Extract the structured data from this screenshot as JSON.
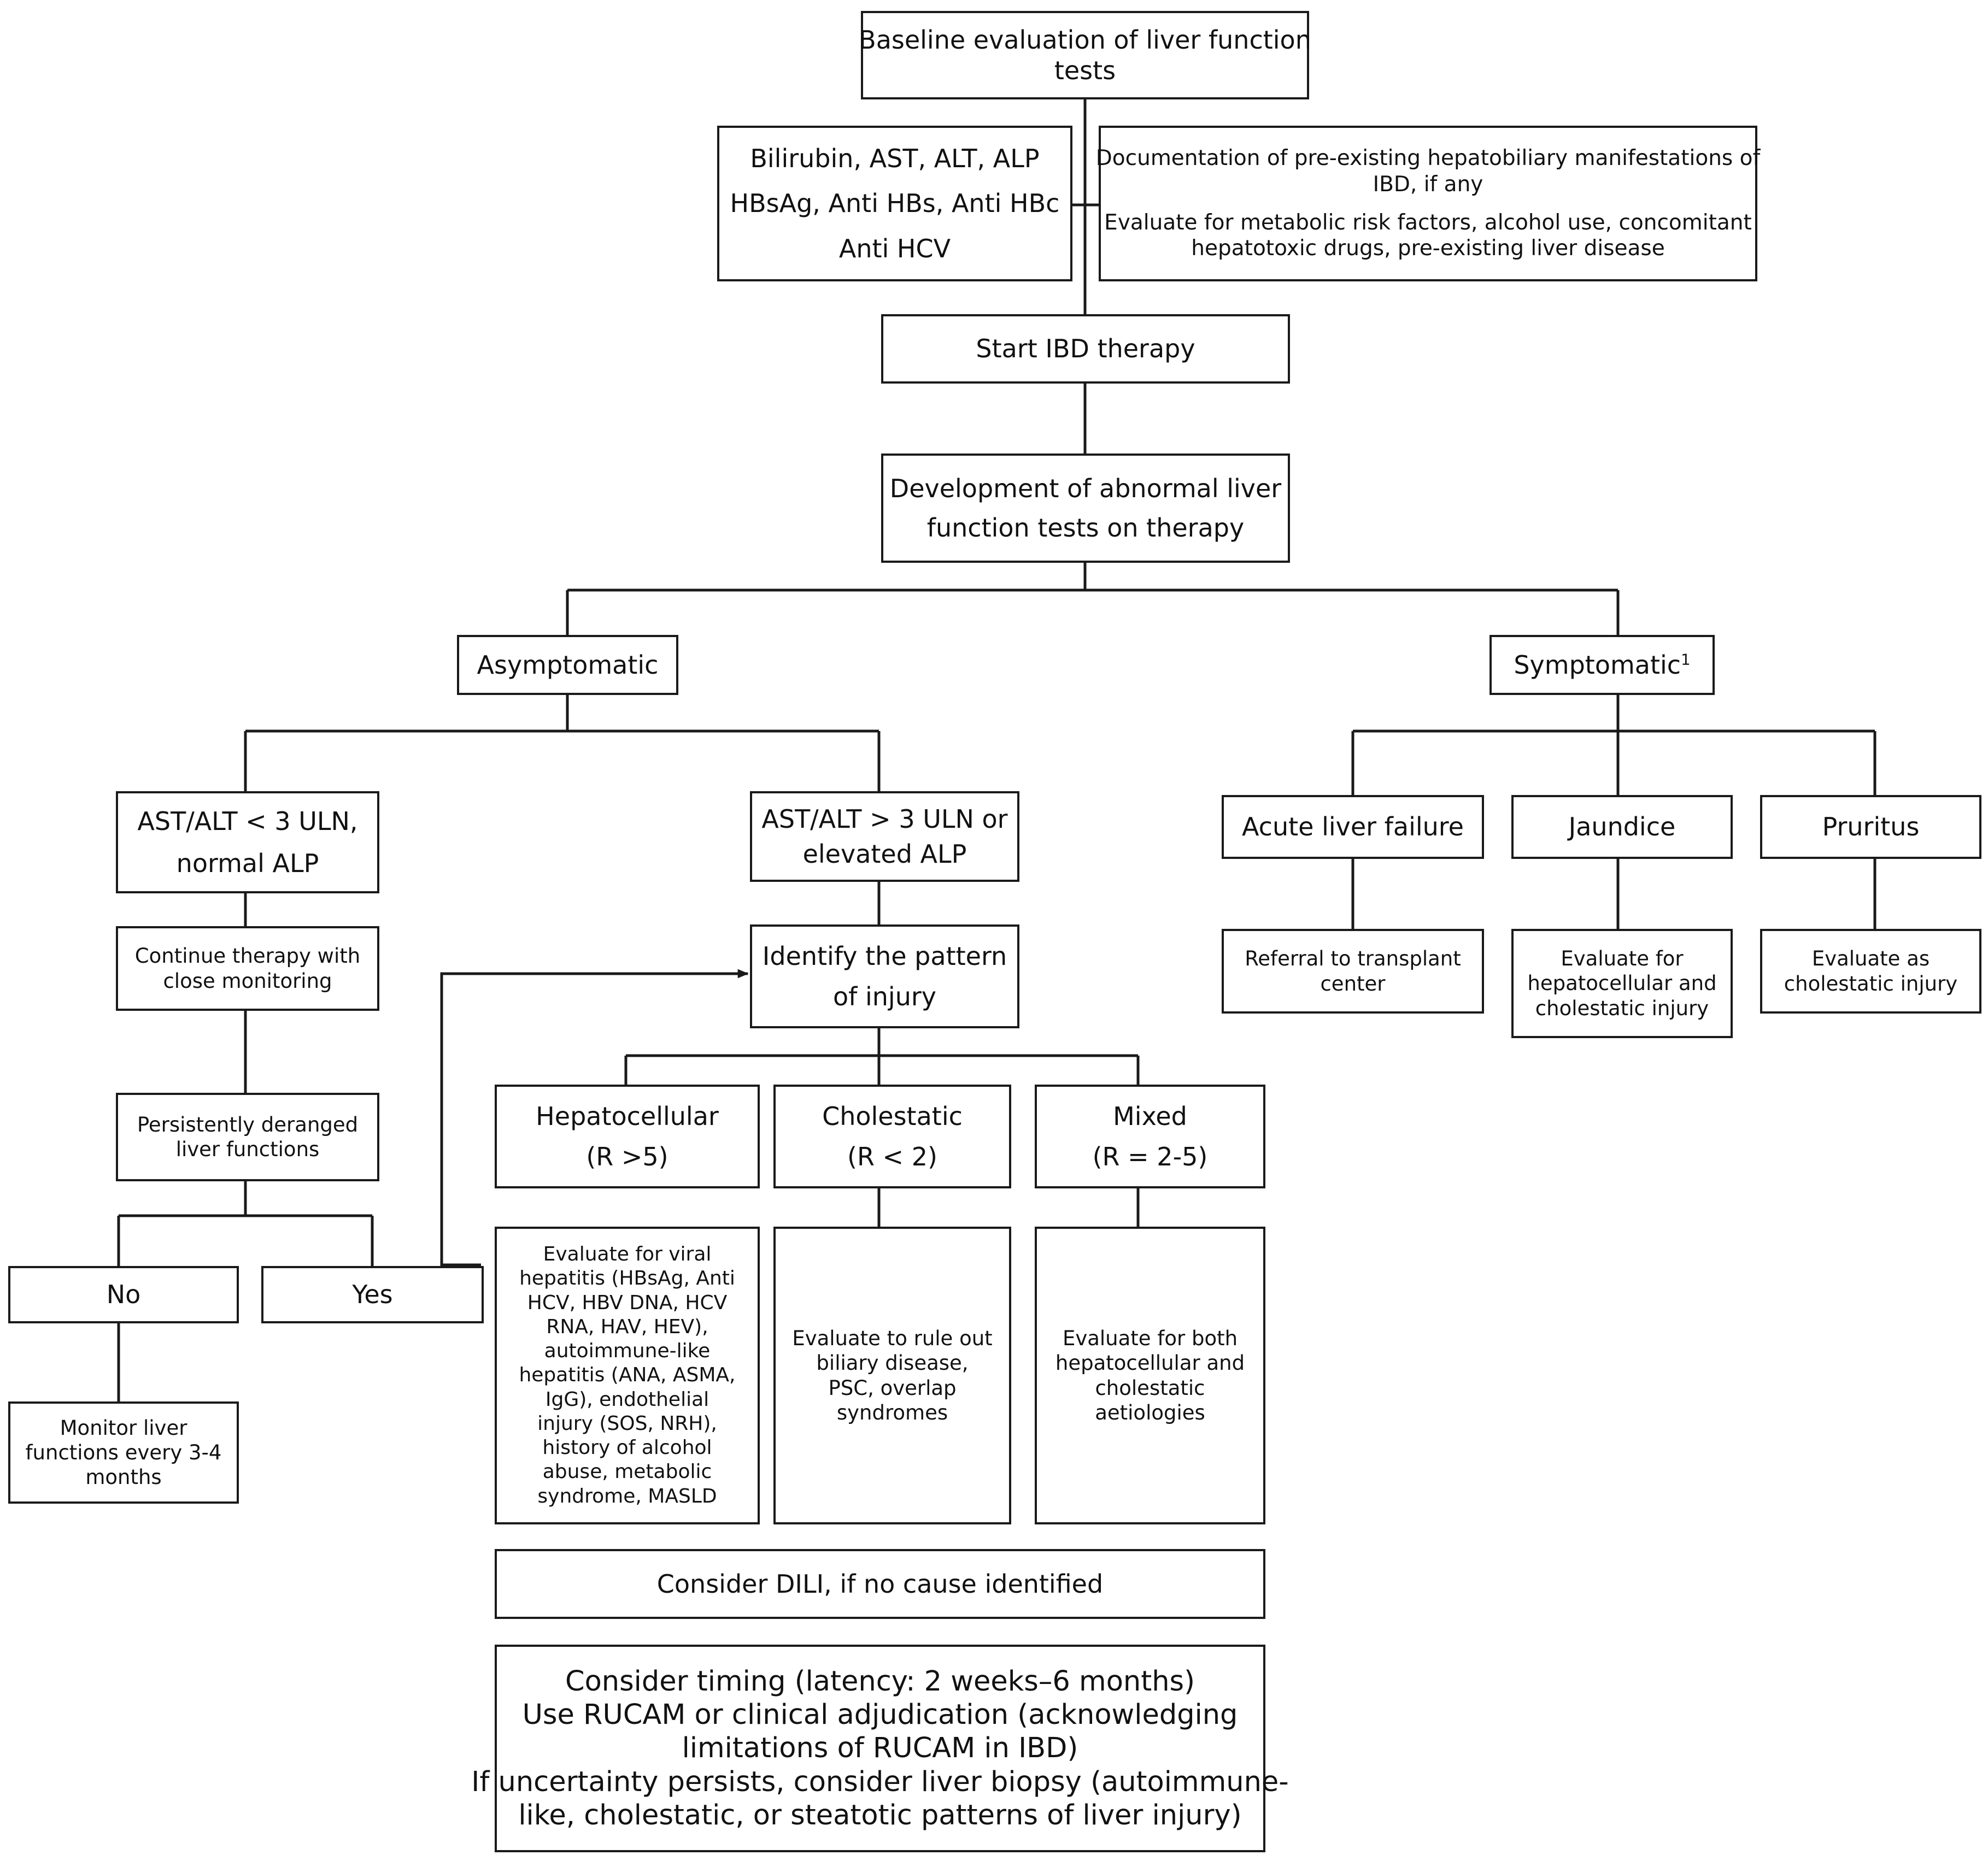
{
  "baseline": {
    "line1": "Baseline evaluation of liver function",
    "line2": "tests"
  },
  "tests": {
    "line1": "Bilirubin, AST, ALT, ALP",
    "line2": "HBsAg, Anti HBs, Anti HBc",
    "line3": "Anti HCV"
  },
  "documentation": {
    "line1": "Documentation of pre-existing hepatobiliary manifestations of",
    "line2": "IBD, if any",
    "line3": "Evaluate for metabolic risk factors, alcohol use, concomitant",
    "line4": "hepatotoxic drugs, pre-existing liver disease"
  },
  "start_therapy": {
    "label": "Start IBD therapy"
  },
  "abnormal": {
    "line1": "Development of abnormal liver",
    "line2": "function tests on therapy"
  },
  "asymptomatic": {
    "label": "Asymptomatic"
  },
  "symptomatic": {
    "label": "Symptomatic",
    "footnote": "1"
  },
  "ast_low": {
    "line1": "AST/ALT < 3 ULN,",
    "line2": "normal ALP"
  },
  "ast_high": {
    "line1": "AST/ALT > 3 ULN or",
    "line2": "elevated ALP"
  },
  "continue": {
    "line1": "Continue therapy with",
    "line2": "close monitoring"
  },
  "persistent": {
    "line1": "Persistently deranged",
    "line2": "liver functions"
  },
  "no": {
    "label": "No"
  },
  "yes": {
    "label": "Yes"
  },
  "monitor": {
    "line1": "Monitor liver",
    "line2": "functions every 3-4",
    "line3": "months"
  },
  "identify": {
    "line1": "Identify the pattern",
    "line2": "of injury"
  },
  "hepatocellular": {
    "line1": "Hepatocellular",
    "line2": "(R >5)"
  },
  "cholestatic": {
    "line1": "Cholestatic",
    "line2": "(R < 2)"
  },
  "mixed": {
    "line1": "Mixed",
    "line2": "(R = 2-5)"
  },
  "hep_eval": {
    "lines": [
      "Evaluate for viral",
      "hepatitis (HBsAg, Anti",
      "HCV, HBV DNA, HCV",
      "RNA, HAV, HEV),",
      "autoimmune-like",
      "hepatitis (ANA, ASMA,",
      "IgG), endothelial",
      "injury (SOS, NRH),",
      "history of alcohol",
      "abuse, metabolic",
      "syndrome, MASLD"
    ]
  },
  "chol_eval": {
    "lines": [
      "Evaluate to rule out",
      "biliary disease,",
      "PSC, overlap",
      "syndromes"
    ]
  },
  "mixed_eval": {
    "lines": [
      "Evaluate for both",
      "hepatocellular and",
      "cholestatic",
      "aetiologies"
    ]
  },
  "dili": {
    "label": "Consider DILI, if no cause identified"
  },
  "timing": {
    "lines": [
      "Consider timing (latency: 2 weeks–6 months)",
      "Use RUCAM or clinical adjudication (acknowledging",
      "limitations of RUCAM in IBD)",
      "If uncertainty persists, consider liver biopsy (autoimmune-",
      "like, cholestatic, or steatotic patterns of liver injury)"
    ]
  },
  "alf": {
    "label": "Acute liver failure"
  },
  "jaundice": {
    "label": "Jaundice"
  },
  "pruritus": {
    "label": "Pruritus"
  },
  "referral": {
    "line1": "Referral to transplant",
    "line2": "center"
  },
  "jaundice_eval": {
    "line1": "Evaluate for",
    "line2": "hepatocellular and",
    "line3": "cholestatic injury"
  },
  "pruritus_eval": {
    "line1": "Evaluate as",
    "line2": "cholestatic injury"
  }
}
